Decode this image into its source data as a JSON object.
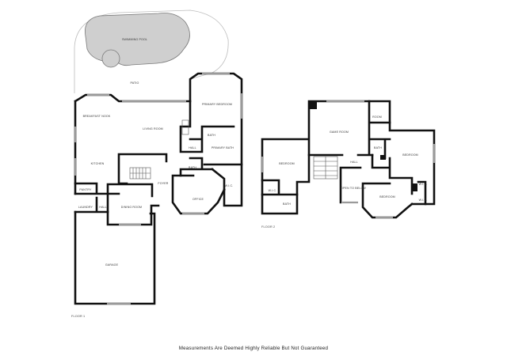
{
  "floor1": {
    "name": "FLOOR 1",
    "rooms": {
      "swimming_pool": "SWIMMING POOL",
      "patio": "PATIO",
      "breakfast_nook": "BREAKFAST NOOK",
      "living_room": "LIVING ROOM",
      "primary_bedroom": "PRIMARY BEDROOM",
      "bath_primary_small": "BATH",
      "hall": "HALL",
      "primary_bath": "PRIMARY BATH",
      "kitchen": "KITCHEN",
      "bath": "BATH",
      "wic": "W.I.C.",
      "foyer": "FOYER",
      "pantry": "PANTRY",
      "laundry": "LAUNDRY",
      "hall_laundry": "HALL",
      "dining_room": "DINING ROOM",
      "office": "OFFICE",
      "garage": "GARAGE"
    }
  },
  "floor2": {
    "name": "FLOOR 2",
    "rooms": {
      "room": "ROOM",
      "game_room": "GAME ROOM",
      "bath_upper": "BATH",
      "bedroom_left": "BEDROOM",
      "hall": "HALL",
      "bedroom_right": "BEDROOM",
      "wic_left": "W.I.C.",
      "bath_left": "BATH",
      "open_to_below": "OPEN TO BELOW",
      "wic_right_upper": "W.I.C.",
      "bedroom_bottom": "BEDROOM",
      "wic_right_lower": "W.I.C."
    }
  },
  "disclaimer": "Measurements Are Deemed Highly Reliable But Not Guaranteed"
}
